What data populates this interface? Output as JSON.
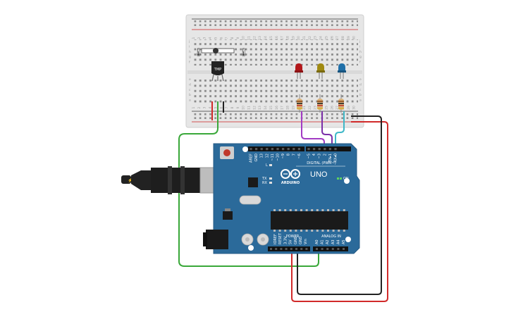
{
  "board": {
    "brand_text": "ARDUINO",
    "model_text": "UNO",
    "digital_header_label": "DIGITAL (PWM~)",
    "power_label": "POWER",
    "analog_label": "ANALOG IN",
    "on_led_label": "ON",
    "tx_label": "TX",
    "rx_label": "RX",
    "l_label": "L",
    "digital_pins": [
      "AREF",
      "GND",
      "13",
      "12",
      "~11",
      "~10",
      "~9",
      "8",
      "7",
      "~6",
      "~5",
      "4",
      "~3",
      "2",
      "TX▸1",
      "RX◂0"
    ],
    "power_pins": [
      "IOREF",
      "RESET",
      "3.3V",
      "5V",
      "GND",
      "GND",
      "Vin"
    ],
    "analog_pins": [
      "A0",
      "A1",
      "A2",
      "A3",
      "A4",
      "A5"
    ]
  },
  "breadboard": {
    "column_numbers": [
      "1",
      "2",
      "3",
      "4",
      "5",
      "6",
      "7",
      "8",
      "9",
      "10",
      "11",
      "12",
      "13",
      "14",
      "15",
      "16",
      "17",
      "18",
      "19",
      "20",
      "21",
      "22",
      "23",
      "24",
      "25",
      "26",
      "27",
      "28",
      "29",
      "30"
    ],
    "row_letters_top": [
      "j",
      "i",
      "h",
      "g",
      "f"
    ],
    "row_letters_bottom": [
      "e",
      "d",
      "c",
      "b",
      "a"
    ]
  },
  "components": {
    "sensor_label": "TMP",
    "leds": [
      {
        "color": "#b3181b"
      },
      {
        "color": "#a08a12"
      },
      {
        "color": "#1f6fa8"
      }
    ]
  },
  "colors": {
    "board_blue": "#2b6a9a",
    "wire_red": "#d12a2a",
    "wire_black": "#222222",
    "wire_green": "#3aa83a",
    "wire_purple": "#9b2fb5",
    "wire_magenta": "#a23bc4",
    "wire_cyan": "#3fb8c8"
  }
}
